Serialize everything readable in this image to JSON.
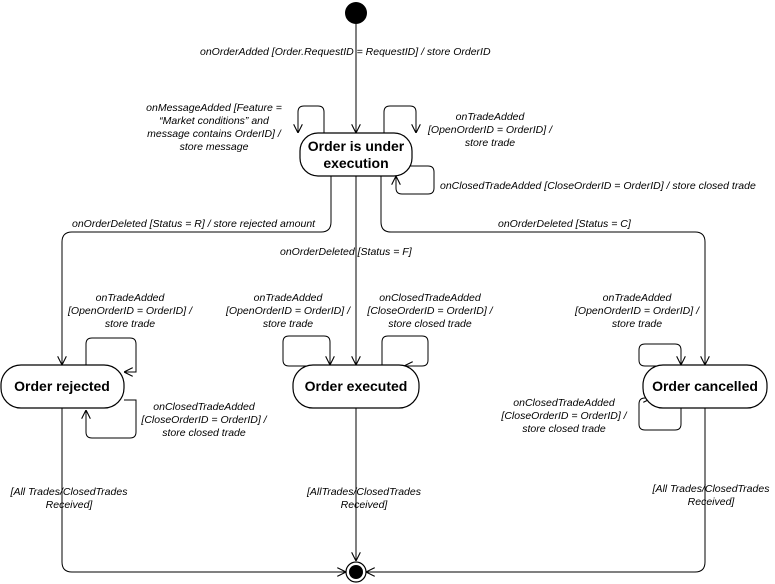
{
  "states": {
    "under_execution": [
      "Order is under",
      "execution"
    ],
    "rejected": "Order rejected",
    "executed": "Order executed",
    "cancelled": "Order cancelled"
  },
  "transitions": {
    "initial": "onOrderAdded [Order.RequestID = RequestID] / store OrderID",
    "message_added": [
      "onMessageAdded [Feature =",
      "“Market conditions” and",
      "message contains OrderID] /",
      "store message"
    ],
    "trade_added_exec": [
      "onTradeAdded",
      "[OpenOrderID = OrderID] /",
      "store trade"
    ],
    "closed_trade_exec": "onClosedTradeAdded [CloseOrderID = OrderID] / store closed trade",
    "deleted_r": "onOrderDeleted [Status = R] / store rejected amount",
    "deleted_f": "onOrderDeleted  [Status = F]",
    "deleted_c": "onOrderDeleted [Status = C]",
    "rej_trade": [
      "onTradeAdded",
      "[OpenOrderID = OrderID] /",
      "store trade"
    ],
    "rej_closed": [
      "onClosedTradeAdded",
      "[CloseOrderID = OrderID] /",
      "store closed trade"
    ],
    "exe_trade": [
      "onTradeAdded",
      "[OpenOrderID = OrderID] /",
      "store trade"
    ],
    "exe_closed": [
      "onClosedTradeAdded",
      "[CloseOrderID = OrderID] /",
      "store closed trade"
    ],
    "can_trade": [
      "onTradeAdded",
      "[OpenOrderID = OrderID] /",
      "store trade"
    ],
    "can_closed": [
      "onClosedTradeAdded",
      "[CloseOrderID = OrderID] /",
      "store closed trade"
    ],
    "final_rej": [
      "[All Trades/ClosedTrades",
      "Received]"
    ],
    "final_exe": [
      "[AllTrades/ClosedTrades",
      "Received]"
    ],
    "final_can": [
      "[All Trades/ClosedTrades",
      "Received]"
    ]
  }
}
